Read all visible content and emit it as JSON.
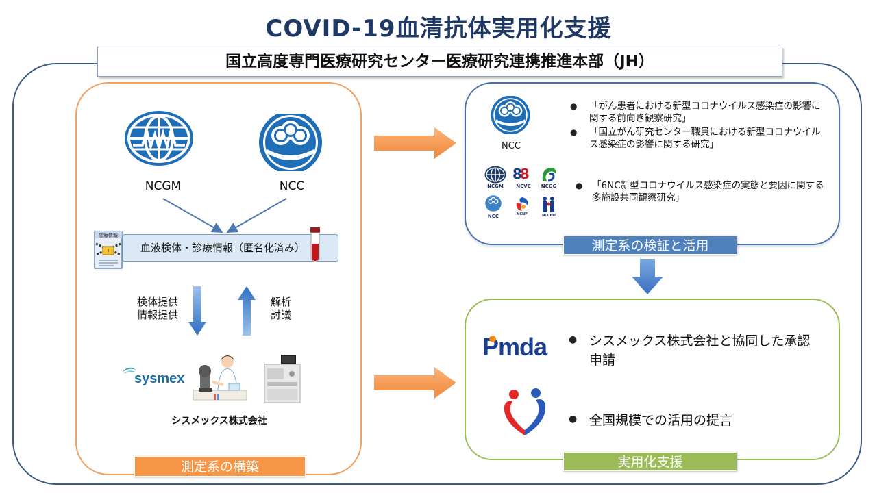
{
  "title": "COVID-19血清抗体実用化支援",
  "banner": "国立高度専門医療研究センター医療研究連携推進本部（JH）",
  "left_panel": {
    "logo1_label": "NCGM",
    "logo2_label": "NCC",
    "blood_bar_text": "血液検体・診療情報（匿名化済み）",
    "doc_icon_text": "診療情報",
    "down_arrow_text": [
      "検体提供",
      "情報提供"
    ],
    "up_arrow_text": [
      "解析",
      "討議"
    ],
    "company_logo": "sysmex",
    "company_name": "シスメックス株式会社",
    "stage_label": "測定系の構築"
  },
  "right_top": {
    "ncc_label": "NCC",
    "bullets": [
      "「がん患者における新型コロナウイルス感染症の影響に関する前向き観察研究」",
      "「国立がん研究センター職員における新型コロナウイルス感染症の影響に関する研究」"
    ],
    "nc_logos": [
      "NCGM",
      "NCVC",
      "NCGG",
      "NCC",
      "NCNP",
      "NCCHD"
    ],
    "bullet3": "「6NC新型コロナウイルス感染症の実態と要因に関する多施設共同観察研究」",
    "stage_label": "測定系の検証と活用"
  },
  "right_bottom": {
    "pmda_logo": "Pmda",
    "bullet1": "シスメックス株式会社と協同した承認申請",
    "bullet2": "全国規模での活用の提言",
    "stage_label": "実用化支援"
  },
  "colors": {
    "title": "#1f3864",
    "orange": "#f79646",
    "blue": "#4f81bd",
    "green": "#9bbb59",
    "logo_blue": "#1e6fb8",
    "pmda_blue": "#1a3d8f",
    "sysmex_teal": "#1aa0b8"
  },
  "icons": [
    "globe-logo-icon",
    "ncc-logo-icon",
    "document-lock-icon",
    "blood-tube-icon",
    "microscope-scientist-icon",
    "lab-analyzer-icon",
    "mhlw-logo-icon"
  ]
}
